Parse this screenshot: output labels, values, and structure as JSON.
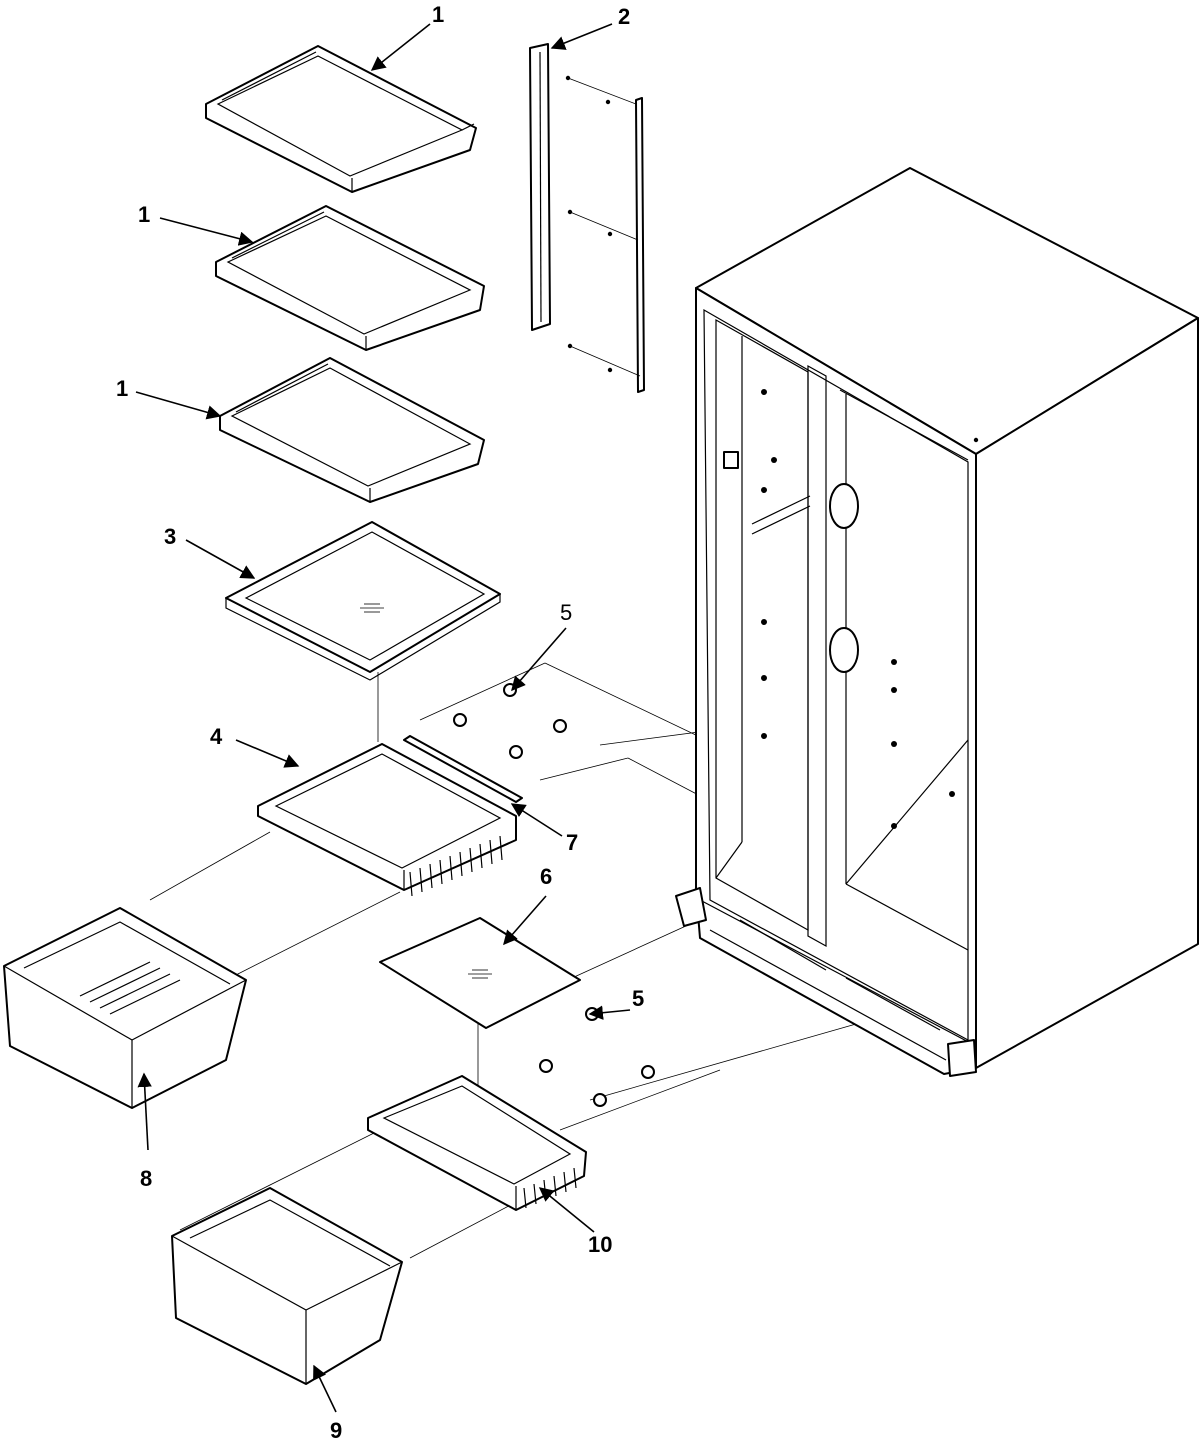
{
  "diagram": {
    "type": "exploded-parts-diagram",
    "callouts": [
      {
        "id": "c1a",
        "label": "1"
      },
      {
        "id": "c1b",
        "label": "1"
      },
      {
        "id": "c1c",
        "label": "1"
      },
      {
        "id": "c2",
        "label": "2"
      },
      {
        "id": "c3",
        "label": "3"
      },
      {
        "id": "c4",
        "label": "4"
      },
      {
        "id": "c5a",
        "label": "5"
      },
      {
        "id": "c5b",
        "label": "5"
      },
      {
        "id": "c6",
        "label": "6"
      },
      {
        "id": "c7",
        "label": "7"
      },
      {
        "id": "c8",
        "label": "8"
      },
      {
        "id": "c9",
        "label": "9"
      },
      {
        "id": "c10",
        "label": "10"
      }
    ]
  }
}
